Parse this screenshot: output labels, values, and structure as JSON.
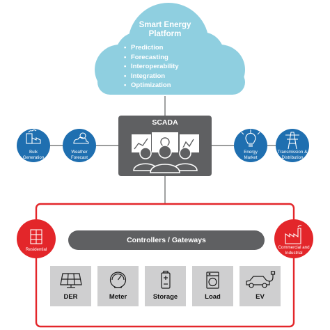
{
  "cloud": {
    "title_line1": "Smart Energy",
    "title_line2": "Platform",
    "items": [
      "Prediction",
      "Forecasting",
      "Interoperability",
      "Integration",
      "Optimization"
    ]
  },
  "scada": {
    "title": "SCADA"
  },
  "left_nodes": [
    {
      "line1": "Bulk",
      "line2": "Generation",
      "icon": "power-plant-icon"
    },
    {
      "line1": "Weather",
      "line2": "Forecast",
      "icon": "weather-icon"
    }
  ],
  "right_nodes": [
    {
      "line1": "Energy",
      "line2": "Market",
      "icon": "dollar-bulb-icon"
    },
    {
      "line1": "Transmission &",
      "line2": "Distribution",
      "icon": "transmission-tower-icon"
    }
  ],
  "residential": {
    "label": "Residential",
    "icon": "building-icon"
  },
  "commercial": {
    "line1": "Commercial and",
    "line2": "Industrial",
    "icon": "factory-icon"
  },
  "controllers": {
    "label": "Controllers / Gateways"
  },
  "devices": [
    {
      "label": "DER",
      "icon": "solar-panel-icon"
    },
    {
      "label": "Meter",
      "icon": "meter-icon"
    },
    {
      "label": "Storage",
      "icon": "battery-icon"
    },
    {
      "label": "Load",
      "icon": "washing-machine-icon"
    },
    {
      "label": "EV",
      "icon": "car-icon"
    }
  ],
  "colors": {
    "cloud": "#8fcfe0",
    "scada": "#5f6062",
    "node_blue": "#1f6fb0",
    "red": "#e3262a",
    "tile": "#cfcfd0"
  }
}
